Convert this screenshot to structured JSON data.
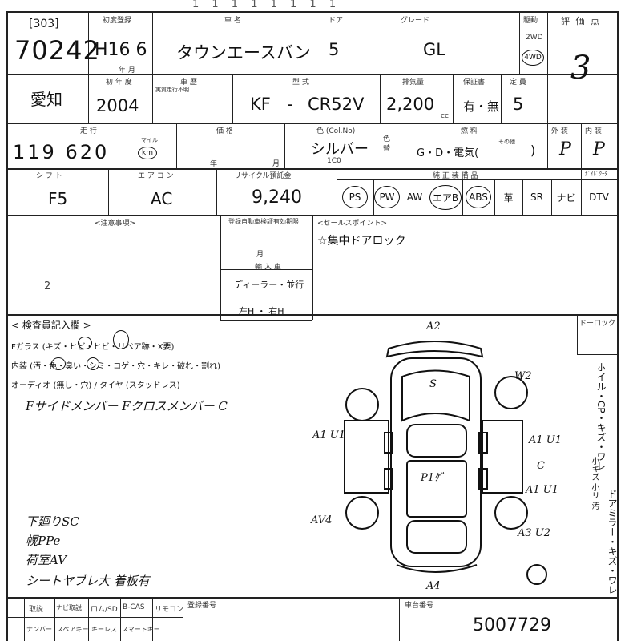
{
  "sheet_title_fragment": "1 1 1 1 1 1 1 1",
  "lot": {
    "code": "[303]",
    "number": "70242"
  },
  "registration": {
    "label": "初度登録",
    "year_label": "年 月",
    "value": "H16 6"
  },
  "car": {
    "label_name": "車 名",
    "label_door": "ドア",
    "label_grade": "グレード",
    "name": "タウンエースバン",
    "doors": "5",
    "grade": "GL"
  },
  "drive": {
    "label": "駆動",
    "opt1": "2WD",
    "opt2": "4WD"
  },
  "score": {
    "label": "評 価 点",
    "value": "3"
  },
  "region": "愛知",
  "first_year": {
    "label": "初 年 度",
    "value": "2004"
  },
  "history": {
    "label": "車 歴",
    "sub": "実質走行不明"
  },
  "model": {
    "label": "型 式",
    "prefix": "KF",
    "dash": "-",
    "code": "CR52V"
  },
  "displacement": {
    "label": "排気量",
    "value": "2,200",
    "unit": "cc"
  },
  "inspection": {
    "label": "保証書",
    "value": "有・無"
  },
  "capacity": {
    "label": "定 員",
    "value": "5"
  },
  "mileage": {
    "label": "走 行",
    "value": "119 620",
    "unit_top": "マイル",
    "unit": "km"
  },
  "price": {
    "label": "価 格",
    "year_label": "年",
    "month_label": "月"
  },
  "color": {
    "label": "色 (Col.No)",
    "value": "シルバー",
    "code": "1C0",
    "change_label": "色替"
  },
  "fuel": {
    "label": "燃 料",
    "options": "G・D・電気(",
    "other": "その他",
    "close": ")"
  },
  "exterior": {
    "label": "外 装",
    "value": "P"
  },
  "interior": {
    "label": "内 装",
    "value": "P"
  },
  "shift": {
    "label": "シ フ ト",
    "value": "F5"
  },
  "aircon": {
    "label": "エ ア コ ン",
    "value": "AC"
  },
  "recycle": {
    "label": "リサイクル預託金",
    "value": "9,240"
  },
  "equipment": {
    "label": "純 正 装 備 品",
    "items": [
      "PS",
      "PW",
      "AW",
      "エアB",
      "ABS",
      "革",
      "SR",
      "ナビ",
      "DTV"
    ],
    "circled": [
      true,
      true,
      false,
      true,
      true,
      false,
      false,
      false,
      false
    ],
    "extra_label": "ｶﾞｲﾄﾞｸｰﾀ"
  },
  "notes": {
    "label": "<注意事項>",
    "mark": "2"
  },
  "expiry": {
    "label": "登録自動車検証有効期限",
    "month_label": "月",
    "origin_label": "輸 入 車",
    "dealer": "ディーラー・並行",
    "steering": "左H ・ 右H"
  },
  "sales_point": {
    "label": "<セールスポイント>",
    "value": "☆集中ドアロック"
  },
  "inspector": {
    "label": "< 検査員記入欄 >",
    "line1": "Fガラス (キズ・ヒビ・ヒビ・リペア跡・X要)",
    "line2": "内装 (汚・色・臭い・シミ・コゲ・穴・キレ・破れ・割れ)",
    "line3": "オーディオ (無し・穴) / タイヤ (スタッドレス)",
    "hw1": "Fサイドメンバー  Fクロスメンバー C",
    "hw2": "下廻りSC",
    "hw3": "幌PPe",
    "hw4": "荷室AV",
    "hw5": "シートヤブレ大   着板有"
  },
  "diagram": {
    "marks": [
      "A2",
      "S",
      "W2",
      "A1 U1",
      "A1 U1",
      "C",
      "A1 U1",
      "P1ｹﾞ",
      "AV4",
      "A3 U2",
      "A4"
    ],
    "side_label": "ホイル・CP・キズ・ワレ",
    "side_label2": "ドアミラー・キズ・ワレ",
    "side_small": "小キズ  小リ  汚",
    "corner_label": "ドーロック"
  },
  "footer": {
    "row1": [
      "取説",
      "ナビ取説",
      "ロム/SD",
      "B-CAS",
      "リモコン"
    ],
    "row2": [
      "ナンバー",
      "スペアキー",
      "キーレス",
      "スマートキー"
    ],
    "reg_label": "登録番号",
    "vin_label": "車台番号",
    "vin_value": "5007729"
  }
}
